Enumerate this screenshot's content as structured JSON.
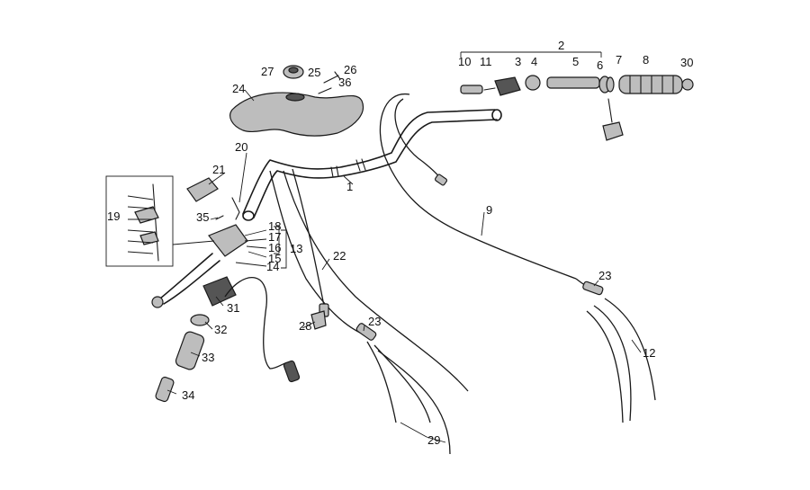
{
  "diagram": {
    "labels": [
      "1",
      "2",
      "3",
      "4",
      "5",
      "6",
      "7",
      "8",
      "9",
      "10",
      "11",
      "12",
      "13",
      "14",
      "15",
      "16",
      "17",
      "18",
      "19",
      "20",
      "21",
      "22",
      "23",
      "23",
      "24",
      "25",
      "26",
      "27",
      "28",
      "29",
      "30",
      "31",
      "32",
      "33",
      "34",
      "35",
      "36"
    ]
  },
  "colors": {
    "ink": "#1a1a1a",
    "background": "#ffffff",
    "shading": "#bdbdbd"
  }
}
